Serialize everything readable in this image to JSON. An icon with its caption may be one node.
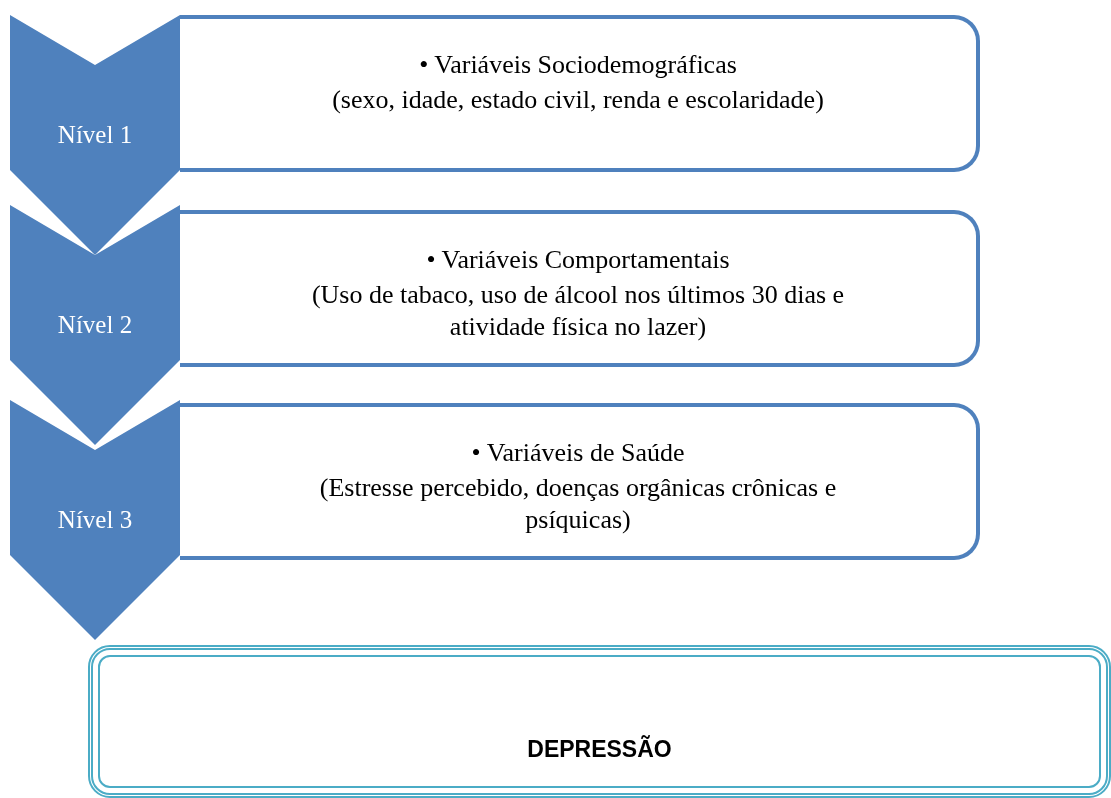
{
  "diagram": {
    "nodes": [
      {
        "text": [
          "Nível 1"
        ]
      },
      {
        "text": [
          "• Variáveis Sociodemográficas",
          "(sexo, idade, estado civil, renda e escolaridade)"
        ]
      },
      {
        "text": [
          "Nível 2"
        ]
      },
      {
        "text": [
          "• Variáveis Comportamentais",
          "(Uso de tabaco, uso de álcool nos últimos 30 dias e atividade física  no lazer)"
        ]
      },
      {
        "text": [
          "Nível 3"
        ]
      },
      {
        "text": [
          "• Variáveis de Saúde",
          "(Estresse percebido, doenças orgânicas crônicas e psíquicas)"
        ]
      },
      {
        "text": [
          "DEPRESSÃO"
        ]
      }
    ]
  }
}
